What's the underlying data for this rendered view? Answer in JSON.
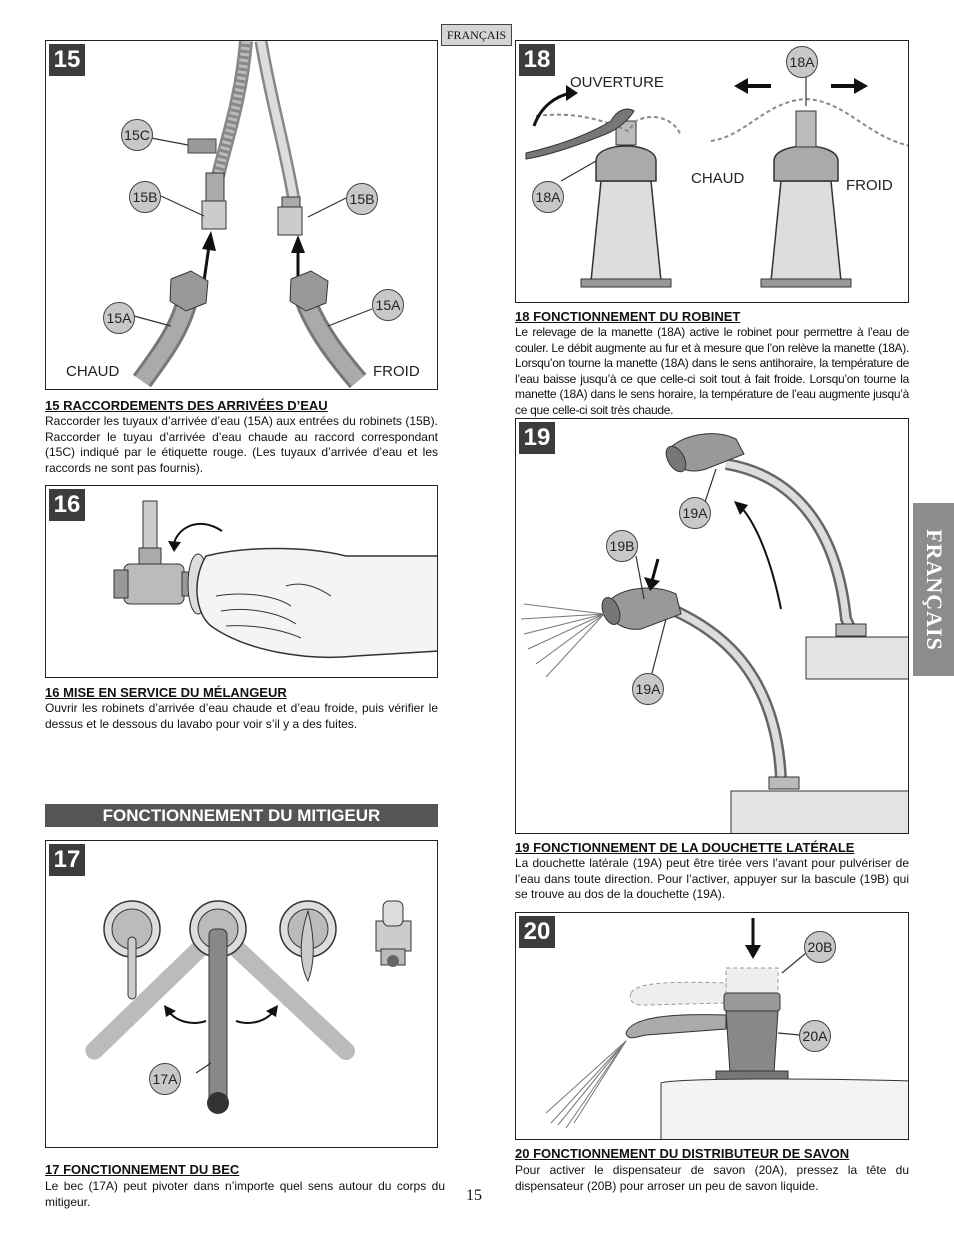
{
  "header": {
    "language_tab": "FRANÇAIS"
  },
  "side_tab": {
    "label": "FRANÇAIS"
  },
  "page_number": "15",
  "section_title": "FONCTIONNEMENT DU MITIGEUR",
  "figures": {
    "f15": {
      "number": "15",
      "callouts": {
        "c15C": "15C",
        "c15B_left": "15B",
        "c15B_right": "15B",
        "c15A_left": "15A",
        "c15A_right": "15A"
      },
      "labels": {
        "hot": "CHAUD",
        "cold": "FROID"
      },
      "caption_title": "15  RACCORDEMENTS DES ARRIVÉES D’EAU",
      "caption_text": "Raccorder les tuyaux d’arrivée d’eau (15A) aux entrées du robinets (15B). Raccorder le tuyau d’arrivée d’eau chaude au raccord correspondant (15C) indiqué par le étiquette rouge. (Les tuyaux d’arrivée d’eau et les raccords ne sont pas fournis)."
    },
    "f16": {
      "number": "16",
      "caption_title": "16  MISE EN SERVICE DU MÉLANGEUR",
      "caption_text": "Ouvrir les robinets d’arrivée d’eau chaude et d’eau froide, puis vérifier le dessus et le dessous du lavabo pour voir s’il y a des fuites."
    },
    "f17": {
      "number": "17",
      "callouts": {
        "c17A": "17A"
      },
      "caption_title": "17  FONCTIONNEMENT DU BEC",
      "caption_text": "Le bec (17A) peut pivoter dans n’importe quel sens autour du corps du mitigeur."
    },
    "f18": {
      "number": "18",
      "callouts": {
        "c18A_left": "18A",
        "c18A_right": "18A"
      },
      "labels": {
        "open": "OUVERTURE",
        "hot": "CHAUD",
        "cold": "FROID"
      },
      "caption_title": "18  FONCTIONNEMENT DU ROBINET",
      "caption_text": "Le relevage de la manette (18A) active le robinet pour permettre à l’eau de couler. Le débit augmente au fur et à mesure que l’on relève la manette (18A). Lorsqu’on tourne la manette (18A) dans le sens antihoraire, la température de l’eau baisse jusqu’à ce que celle-ci soit tout à fait froide. Lorsqu’on tourne la manette (18A) dans le sens horaire, la température de l’eau augmente jusqu’à ce que celle-ci soit très chaude."
    },
    "f19": {
      "number": "19",
      "callouts": {
        "c19A_top": "19A",
        "c19B": "19B",
        "c19A_bottom": "19A"
      },
      "caption_title": "19  FONCTIONNEMENT DE LA DOUCHETTE LATÉRALE",
      "caption_text": "La douchette latérale (19A) peut être tirée vers l’avant pour pulvériser de l’eau dans toute direction. Pour l’activer, appuyer sur la bascule (19B) qui se trouve au dos de la douchette (19A)."
    },
    "f20": {
      "number": "20",
      "callouts": {
        "c20B": "20B",
        "c20A": "20A"
      },
      "caption_title": "20  FONCTIONNEMENT DU DISTRIBUTEUR DE SAVON",
      "caption_text": "Pour activer le dispensateur de savon (20A), pressez la tête du dispensateur (20B) pour arroser un peu de savon liquide."
    }
  }
}
